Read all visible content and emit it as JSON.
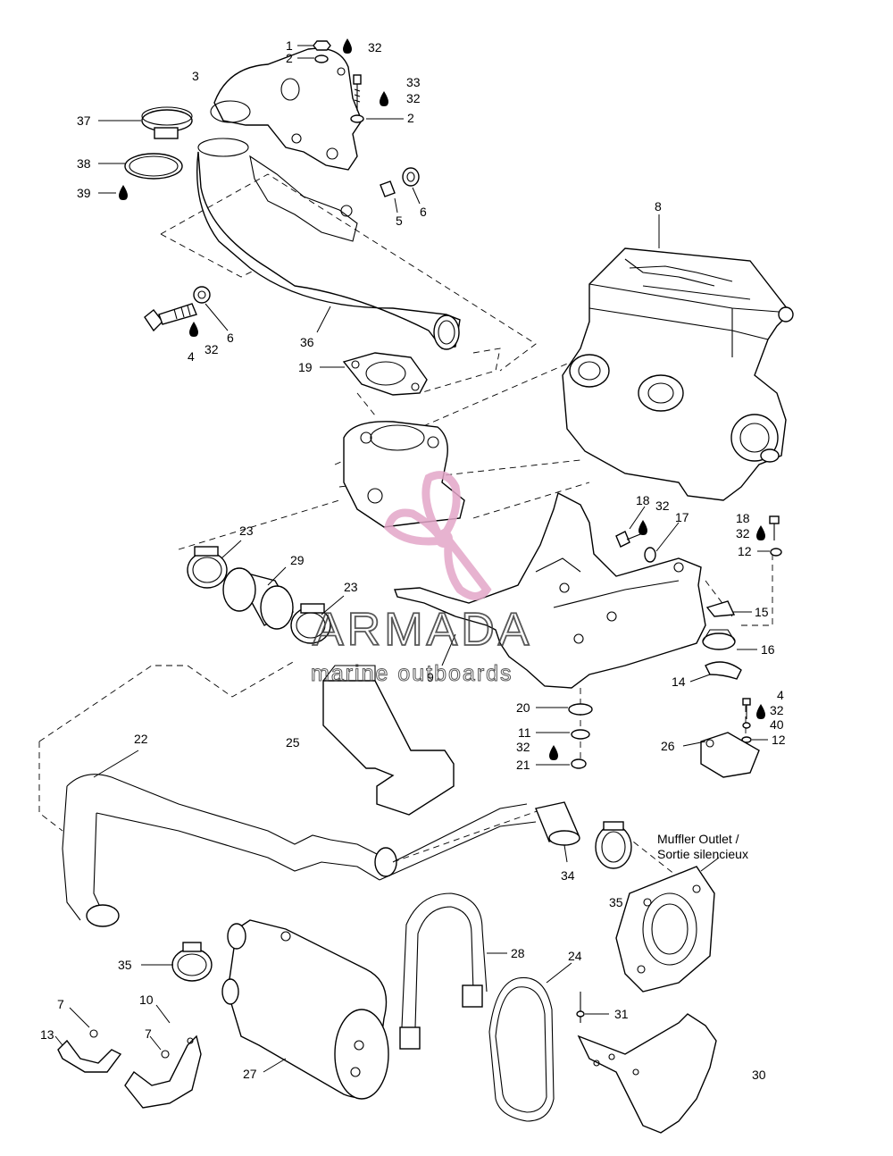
{
  "diagram": {
    "callouts": [
      {
        "id": "c1",
        "text": "1"
      },
      {
        "id": "c2a",
        "text": "2"
      },
      {
        "id": "c3",
        "text": "3"
      },
      {
        "id": "c32a",
        "text": "32"
      },
      {
        "id": "c33",
        "text": "33"
      },
      {
        "id": "c32b",
        "text": "32"
      },
      {
        "id": "c2b",
        "text": "2"
      },
      {
        "id": "c37",
        "text": "37"
      },
      {
        "id": "c38",
        "text": "38"
      },
      {
        "id": "c39",
        "text": "39"
      },
      {
        "id": "c5",
        "text": "5"
      },
      {
        "id": "c6a",
        "text": "6"
      },
      {
        "id": "c8",
        "text": "8"
      },
      {
        "id": "c36",
        "text": "36"
      },
      {
        "id": "c6b",
        "text": "6"
      },
      {
        "id": "c32c",
        "text": "32"
      },
      {
        "id": "c4a",
        "text": "4"
      },
      {
        "id": "c19",
        "text": "19"
      },
      {
        "id": "c18a",
        "text": "18"
      },
      {
        "id": "c32d",
        "text": "32"
      },
      {
        "id": "c17",
        "text": "17"
      },
      {
        "id": "c18b",
        "text": "18"
      },
      {
        "id": "c32e",
        "text": "32"
      },
      {
        "id": "c12a",
        "text": "12"
      },
      {
        "id": "c23a",
        "text": "23"
      },
      {
        "id": "c29",
        "text": "29"
      },
      {
        "id": "c23b",
        "text": "23"
      },
      {
        "id": "c15",
        "text": "15"
      },
      {
        "id": "c16",
        "text": "16"
      },
      {
        "id": "c9",
        "text": "9"
      },
      {
        "id": "c14",
        "text": "14"
      },
      {
        "id": "c4b",
        "text": "4"
      },
      {
        "id": "c32f",
        "text": "32"
      },
      {
        "id": "c40",
        "text": "40"
      },
      {
        "id": "c12b",
        "text": "12"
      },
      {
        "id": "c20",
        "text": "20"
      },
      {
        "id": "c11",
        "text": "11"
      },
      {
        "id": "c32g",
        "text": "32"
      },
      {
        "id": "c21",
        "text": "21"
      },
      {
        "id": "c26",
        "text": "26"
      },
      {
        "id": "c22",
        "text": "22"
      },
      {
        "id": "c25",
        "text": "25"
      },
      {
        "id": "c34",
        "text": "34"
      },
      {
        "id": "c35a",
        "text": "35"
      },
      {
        "id": "c35b",
        "text": "35"
      },
      {
        "id": "c28",
        "text": "28"
      },
      {
        "id": "c24",
        "text": "24"
      },
      {
        "id": "c31",
        "text": "31"
      },
      {
        "id": "c7a",
        "text": "7"
      },
      {
        "id": "c10",
        "text": "10"
      },
      {
        "id": "c13",
        "text": "13"
      },
      {
        "id": "c7b",
        "text": "7"
      },
      {
        "id": "c27",
        "text": "27"
      },
      {
        "id": "c30",
        "text": "30"
      }
    ],
    "muffler_outlet_line1": "Muffler Outlet /",
    "muffler_outlet_line2": "Sortie silencieux"
  },
  "watermark": {
    "brand": "ARMADA",
    "tagline": "marine outboards",
    "color": "#e3a6c8"
  }
}
